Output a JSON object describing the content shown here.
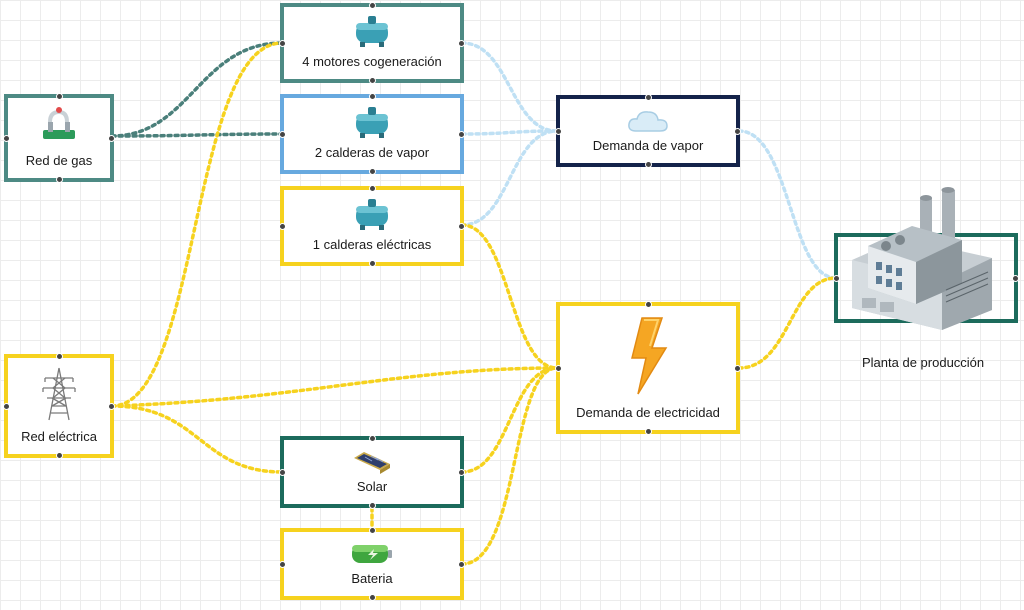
{
  "colors": {
    "gas": "#4a7f7a",
    "electric": "#f6d21e",
    "steam": "#bfe0f4",
    "teal_border": "#4d8a84",
    "blue_border": "#67a9df",
    "navy_border": "#14234a",
    "green_border": "#1c6b5c",
    "yellow_border": "#f6d21e"
  },
  "nodes": {
    "red_gas": {
      "label": "Red de gas",
      "icon": "gas-valve-icon"
    },
    "motores": {
      "label": "4 motores cogeneración",
      "icon": "boiler-tank-icon"
    },
    "calderas_vapor": {
      "label": "2 calderas de vapor",
      "icon": "boiler-tank-icon"
    },
    "calderas_electricas": {
      "label": "1 calderas eléctricas",
      "icon": "boiler-tank-icon"
    },
    "demanda_vapor": {
      "label": "Demanda de vapor",
      "icon": "cloud-icon"
    },
    "demanda_electricidad": {
      "label": "Demanda de electricidad",
      "icon": "lightning-bolt-icon"
    },
    "red_electrica": {
      "label": "Red eléctrica",
      "icon": "power-tower-icon"
    },
    "solar": {
      "label": "Solar",
      "icon": "solar-panel-icon"
    },
    "bateria": {
      "label": "Bateria",
      "icon": "battery-icon"
    },
    "planta": {
      "label": "Planta de producción",
      "icon": "factory-icon"
    }
  }
}
